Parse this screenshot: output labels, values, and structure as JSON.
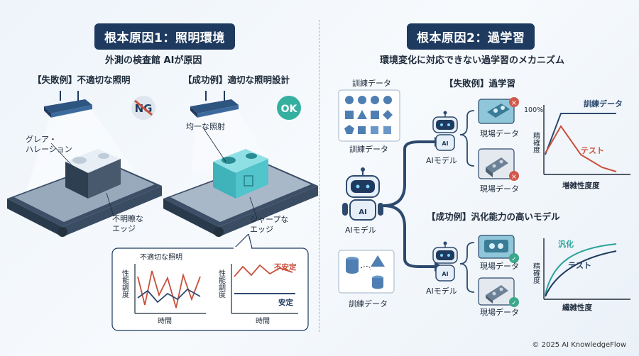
{
  "left": {
    "title": "根本原因1：照明環境",
    "subtitle": "外測の検査館 AIが原因",
    "fail_label": "【失敗例】不適切な照明",
    "success_label": "【成功例】適切な照明設計",
    "ng_badge": "NG",
    "ok_badge": "OK",
    "glare_label": [
      "グレア・",
      "ハレーション"
    ],
    "unclear_edge_label": [
      "不明瞭な",
      "エッジ"
    ],
    "uniform_label": "均一な照射",
    "sharp_edge_label": [
      "シャープな",
      "エッジ"
    ],
    "inset": {
      "left_title": "不適切な照明",
      "y_label": "性能調度",
      "x_label": "時間",
      "unstable_label": "不安定",
      "stable_label": "安定"
    }
  },
  "right": {
    "title": "根本原因2：過学習",
    "subtitle": "環境変化に対応できない過学習のメカニズム",
    "train_data_top": "訓練データ",
    "train_data_under": "訓練データ",
    "train_data_bottom": "訓練データ",
    "ai_model_center": "AIモデル",
    "ai_badge": "AI",
    "fail_label": "【失敗例】過学習",
    "success_label": "【成功例】汎化能力の高いモデル",
    "model_label_top": "AIモデル",
    "model_label_bottom": "AIモデル",
    "field_data_1": "現場データ",
    "field_data_2": "現場データ",
    "field_data_3": "現場データ",
    "field_data_4": "現場データ",
    "chart_top": {
      "y_tick": "100%",
      "y_label": "精確度",
      "x_label": "増雑性度度",
      "series_train": "訓練データ",
      "series_test": "テスト"
    },
    "chart_bottom": {
      "y_label": "精確度",
      "x_label": "繊雑性度",
      "series_general": "汎化",
      "series_test": "テスト"
    }
  },
  "copyright": "© 2025 AI KnowledgeFlow",
  "colors": {
    "navy": "#1f3a5f",
    "red": "#c9503c",
    "teal": "#2aa39a",
    "green": "#3aa88a"
  }
}
